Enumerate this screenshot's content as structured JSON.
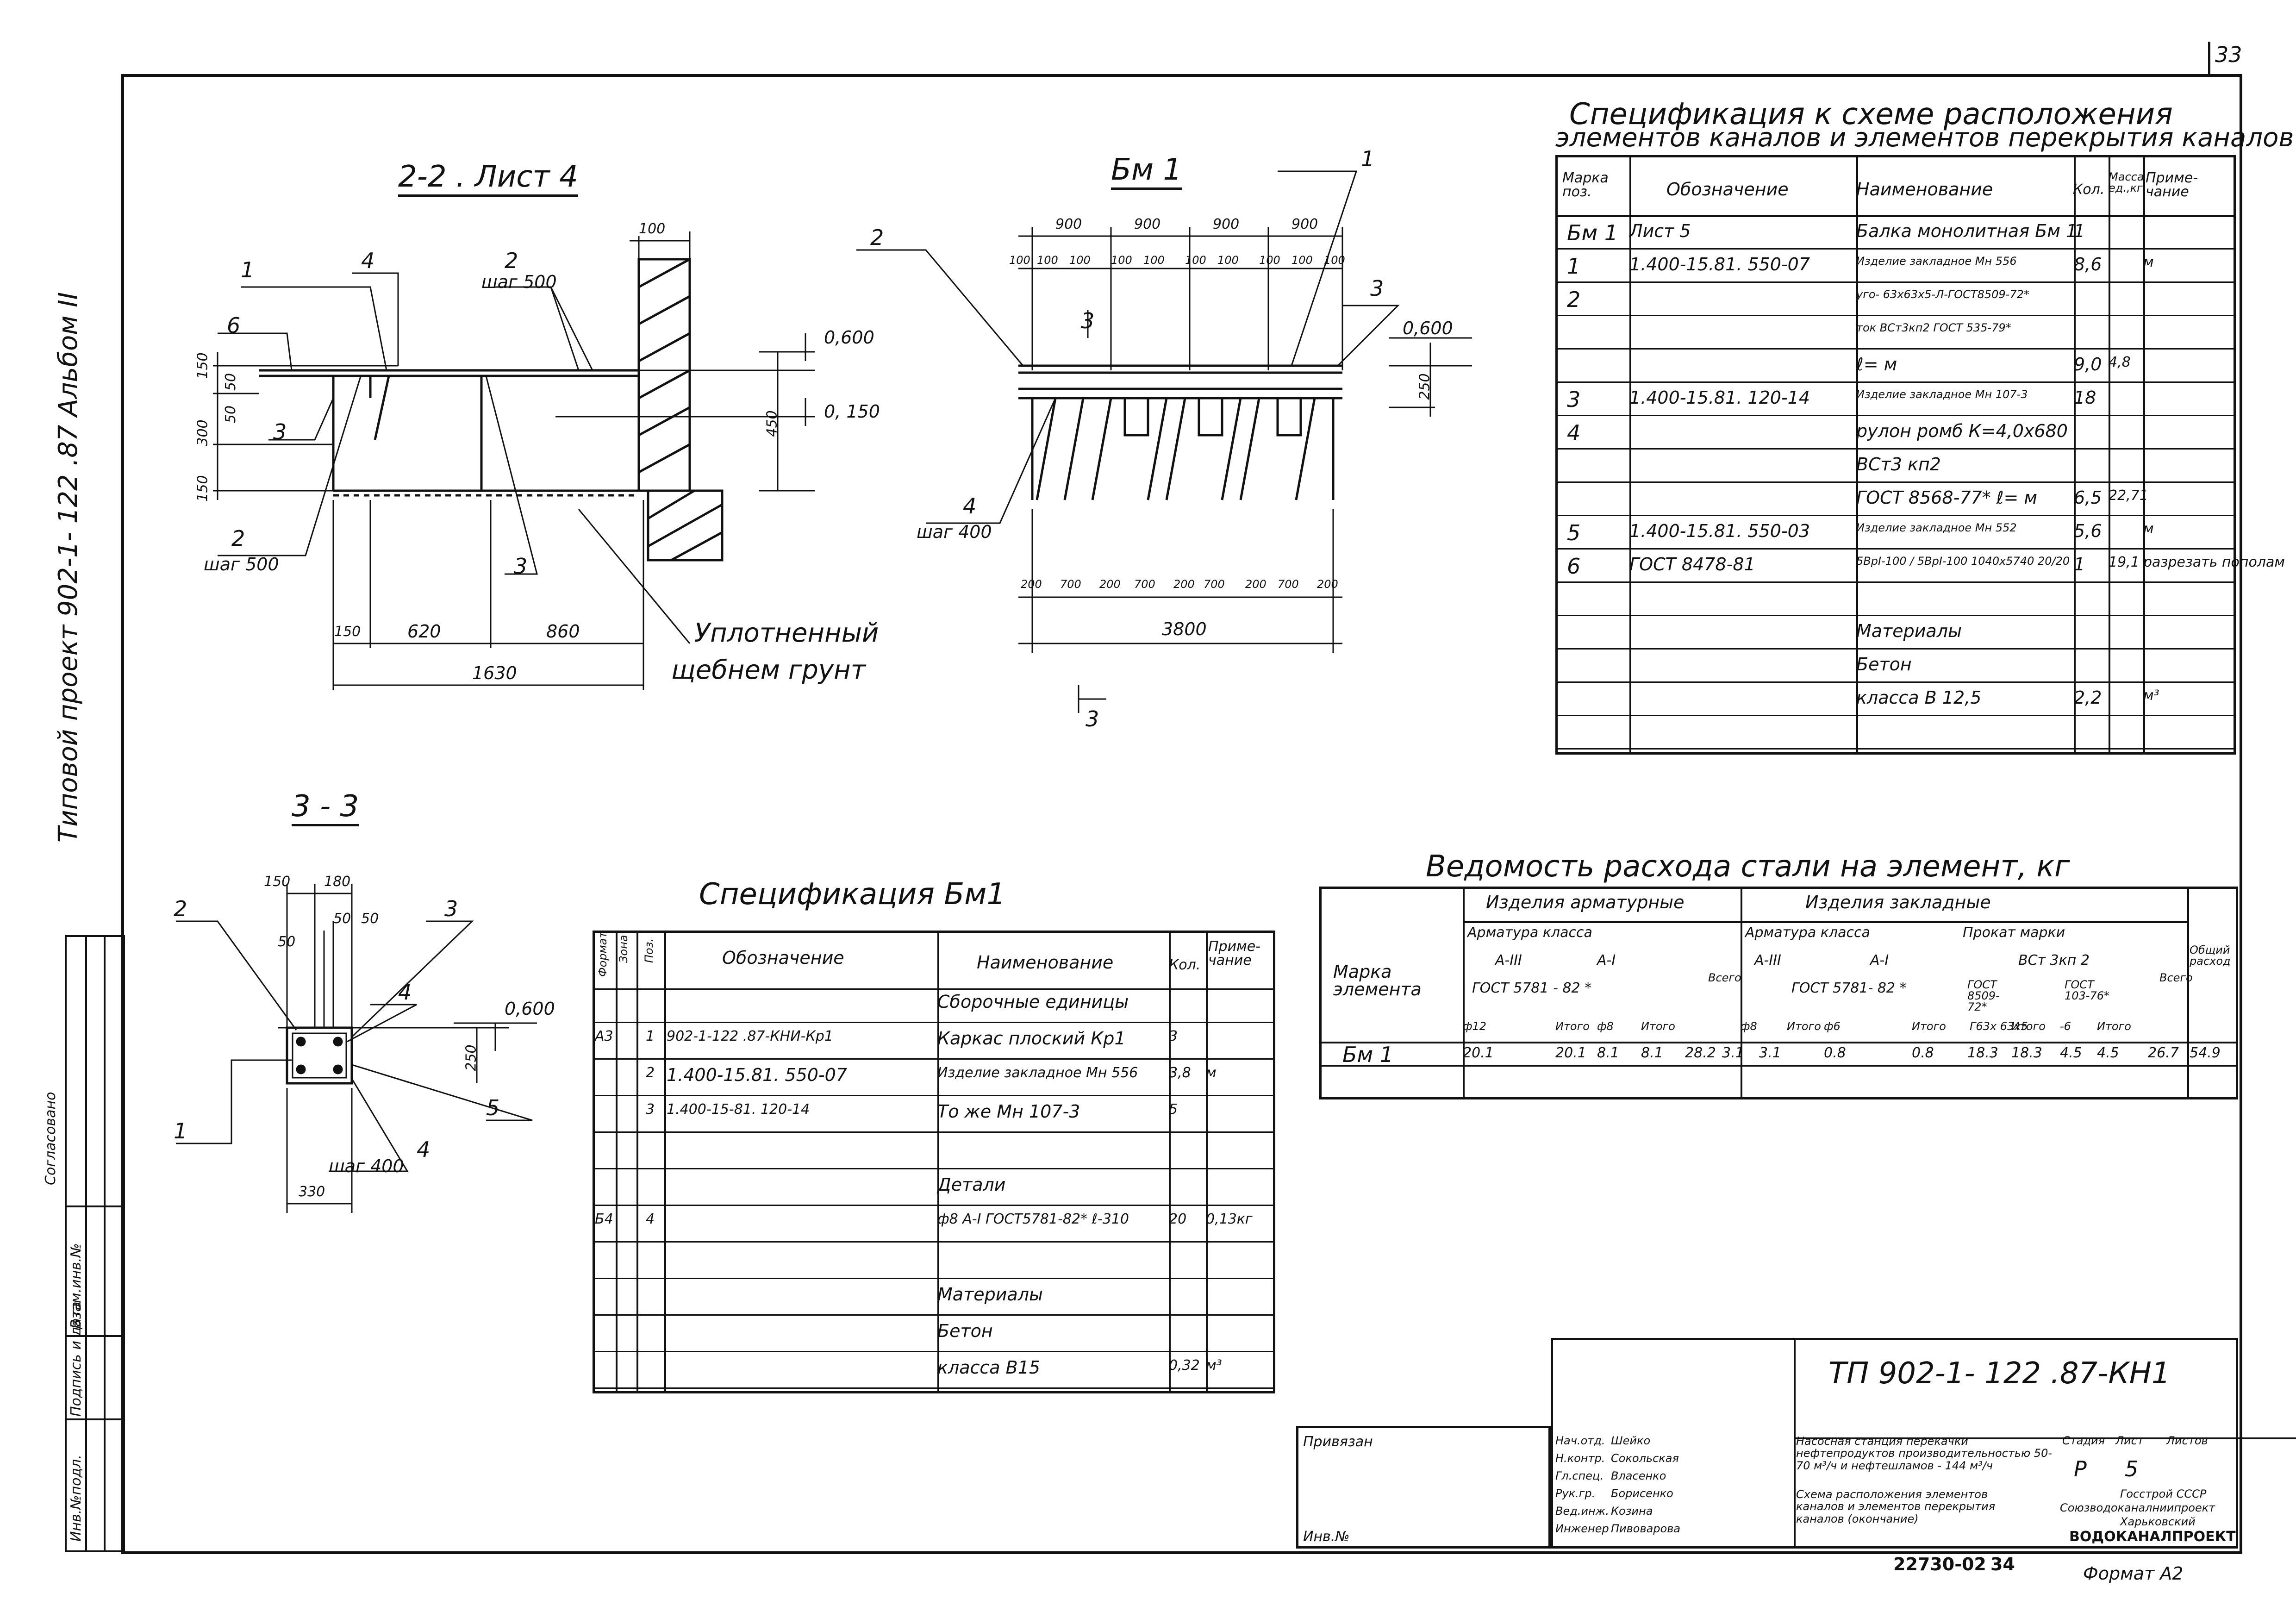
{
  "page_number": "33",
  "side_stamp": "Типовой проект   902-1- 122 .87   Альбом II",
  "section_2_2": {
    "title": "2-2 . Лист 4",
    "dims": [
      "100",
      "150",
      "50",
      "50",
      "300",
      "150",
      "450",
      "150",
      "620",
      "860",
      "1630"
    ],
    "levels": [
      "0,600",
      "0, 150"
    ],
    "callouts": [
      "1",
      "4",
      "2",
      "6",
      "3",
      "2",
      "3"
    ],
    "steps": [
      "шаг 500",
      "шаг 500"
    ],
    "soil_label_1": "Уплотненный",
    "soil_label_2": "щебнем   грунт"
  },
  "section_bm1": {
    "title": "Бм 1",
    "top_dims": [
      "900",
      "900",
      "900",
      "900"
    ],
    "sub_dims": [
      "100",
      "100",
      "100",
      "100",
      "100",
      "100",
      "100",
      "100",
      "100",
      "100"
    ],
    "bottom_dims": [
      "200",
      "700",
      "200",
      "700",
      "200",
      "700",
      "200",
      "700",
      "200"
    ],
    "total": "3800",
    "level": "0,600",
    "height": "250",
    "callouts": [
      "1",
      "2",
      "3",
      "4"
    ],
    "step": "шаг 400",
    "cut": "3"
  },
  "section_3_3": {
    "title": "3 - 3",
    "dims": [
      "150",
      "180",
      "50",
      "50",
      "50",
      "250",
      "330"
    ],
    "level": "0,600",
    "callouts": [
      "2",
      "3",
      "4",
      "5",
      "1",
      "4"
    ],
    "step": "шаг 400"
  },
  "spec_top": {
    "title_line1": "Спецификация   к   схеме   расположения",
    "title_line2": "элементов  каналов  и элементов  перекрытия каналов",
    "headers": [
      "Марка поз.",
      "Обозначение",
      "Наименование",
      "Кол.",
      "Масса ед.,кг",
      "Приме-чание"
    ],
    "rows": [
      [
        "Бм 1",
        "Лист 5",
        "Балка монолитная  Бм 1",
        "1",
        "",
        ""
      ],
      [
        "1",
        "1.400-15.81. 550-07",
        "Изделие закладное  Мн 556",
        "8,6",
        "",
        "м"
      ],
      [
        "2",
        "",
        "уго- 63х63х5-Л-ГОСТ8509-72*",
        "",
        "",
        ""
      ],
      [
        "",
        "",
        "ток ВСт3кп2 ГОСТ 535-79*",
        "",
        "",
        ""
      ],
      [
        "",
        "",
        "ℓ= м",
        "9,0",
        "4,8",
        ""
      ],
      [
        "3",
        "1.400-15.81.  120-14",
        "Изделие закладное  Мн 107-3",
        "18",
        "",
        ""
      ],
      [
        "4",
        "",
        "рулон ромб К=4,0х680",
        "",
        "",
        ""
      ],
      [
        "",
        "",
        "ВСт3 кп2",
        "",
        "",
        ""
      ],
      [
        "",
        "",
        "ГОСТ 8568-77* ℓ= м",
        "6,5",
        "22,71",
        ""
      ],
      [
        "5",
        "1.400-15.81.  550-03",
        "Изделие закладное  Мн 552",
        "5,6",
        "",
        "м"
      ],
      [
        "6",
        "ГОСТ 8478-81",
        "5ВрI-100 / 5ВрI-100 1040х5740 20/20",
        "1",
        "19,1",
        "разрезать пополам"
      ],
      [
        "",
        "",
        "",
        "",
        "",
        ""
      ],
      [
        "",
        "",
        "Материалы",
        "",
        "",
        ""
      ],
      [
        "",
        "",
        "Бетон",
        "",
        "",
        ""
      ],
      [
        "",
        "",
        "класса   В 12,5",
        "2,2",
        "",
        "м³"
      ],
      [
        "",
        "",
        "",
        "",
        "",
        ""
      ]
    ]
  },
  "spec_bm1": {
    "title": "Спецификация  Бм1",
    "headers": [
      "Формат",
      "Зона",
      "Поз.",
      "Обозначение",
      "Наименование",
      "Кол.",
      "Приме-чание"
    ],
    "rows": [
      [
        "",
        "",
        "",
        "",
        "Сборочные единицы",
        "",
        ""
      ],
      [
        "А3",
        "",
        "1",
        "902-1-122 .87-КНИ-Кр1",
        "Каркас плоский Кр1",
        "3",
        ""
      ],
      [
        "",
        "",
        "2",
        "1.400-15.81. 550-07",
        "Изделие закладное  Мн 556",
        "3,8",
        "м"
      ],
      [
        "",
        "",
        "3",
        "1.400-15-81.   120-14",
        "То же   Мн 107-3",
        "5",
        ""
      ],
      [
        "",
        "",
        "",
        "",
        "",
        "",
        ""
      ],
      [
        "",
        "",
        "",
        "",
        "Детали",
        "",
        ""
      ],
      [
        "Б4",
        "",
        "4",
        "",
        "ф8 А-I ГОСТ5781-82* ℓ-310",
        "20",
        "0,13кг"
      ],
      [
        "",
        "",
        "",
        "",
        "",
        "",
        ""
      ],
      [
        "",
        "",
        "",
        "",
        "Материалы",
        "",
        ""
      ],
      [
        "",
        "",
        "",
        "",
        "Бетон",
        "",
        ""
      ],
      [
        "",
        "",
        "",
        "",
        "класса    В15",
        "0,32",
        "м³"
      ]
    ]
  },
  "steel": {
    "title": "Ведомость  расхода  стали  на  элемент, кг",
    "h_mark": "Марка элемента",
    "h_arm": "Изделия арматурные",
    "h_zakl": "Изделия закладные",
    "h_arm_class": "Арматура класса",
    "h_arm_class2": "Арматура класса",
    "h_prokat": "Прокат марки",
    "h_a3": "А-III",
    "h_a1": "А-I",
    "h_a3b": "А-III",
    "h_a1b": "А-I",
    "h_gost1": "ГОСТ 5781 - 82 *",
    "h_gost2": "ГОСТ 5781- 82 *",
    "h_vst": "ВСт 3кп 2",
    "h_gost8509": "ГОСТ 8509-72*",
    "h_gost103": "ГОСТ 103-76*",
    "h_vsego": "Всего",
    "h_vsego2": "Всего",
    "h_total": "Общий расход",
    "h_cols": [
      "ф12",
      "Итого",
      "ф8",
      "Итого",
      "ф8",
      "Итого",
      "ф6",
      "Итого",
      "Г63х 63х5",
      "Итого",
      "-6",
      "Итого"
    ],
    "row": [
      "Бм 1",
      "20.1",
      "20.1",
      "8.1",
      "8.1",
      "28.2",
      "3.1",
      "3.1",
      "0.8",
      "0.8",
      "18.3",
      "18.3",
      "4.5",
      "4.5",
      "26.7",
      "54.9"
    ]
  },
  "title_block": {
    "code": "ТП 902-1- 122 .87-КН1",
    "privyazan": "Привязан",
    "inv": "Инв.№",
    "roles": [
      "Нач.отд.",
      "Н.контр.",
      "Гл.спец.",
      "Рук.гр.",
      "Вед.инж.",
      "Инженер"
    ],
    "names": [
      "Шейко",
      "Сокольская",
      "Власенко",
      "Борисенко",
      "Козина",
      "Пивоварова"
    ],
    "project": "Насосная станция перекачки нефтепродуктов производительностью 50-70 м³/ч и нефтешламов - 144 м³/ч",
    "sheet_desc": "Схема расположения элементов каналов и элементов перекрытия каналов (окончание)",
    "stage_h": "Стадия",
    "sheet_h": "Лист",
    "sheets_h": "Листов",
    "stage": "Р",
    "sheet": "5",
    "sheets": "",
    "org1": "Госстрой СССР",
    "org2": "Союзводоканалниипроект",
    "org3": "Харьковский",
    "org4": "ВОДОКАНАЛПРОЕКТ",
    "archive": "22730-02",
    "sub_page": "34",
    "format": "Формат А2"
  },
  "left_strip": {
    "l1": "Инв.№подл.",
    "l2": "Подпись и дата",
    "l3": "Взам.инв.№",
    "l4": "Согласовано"
  }
}
